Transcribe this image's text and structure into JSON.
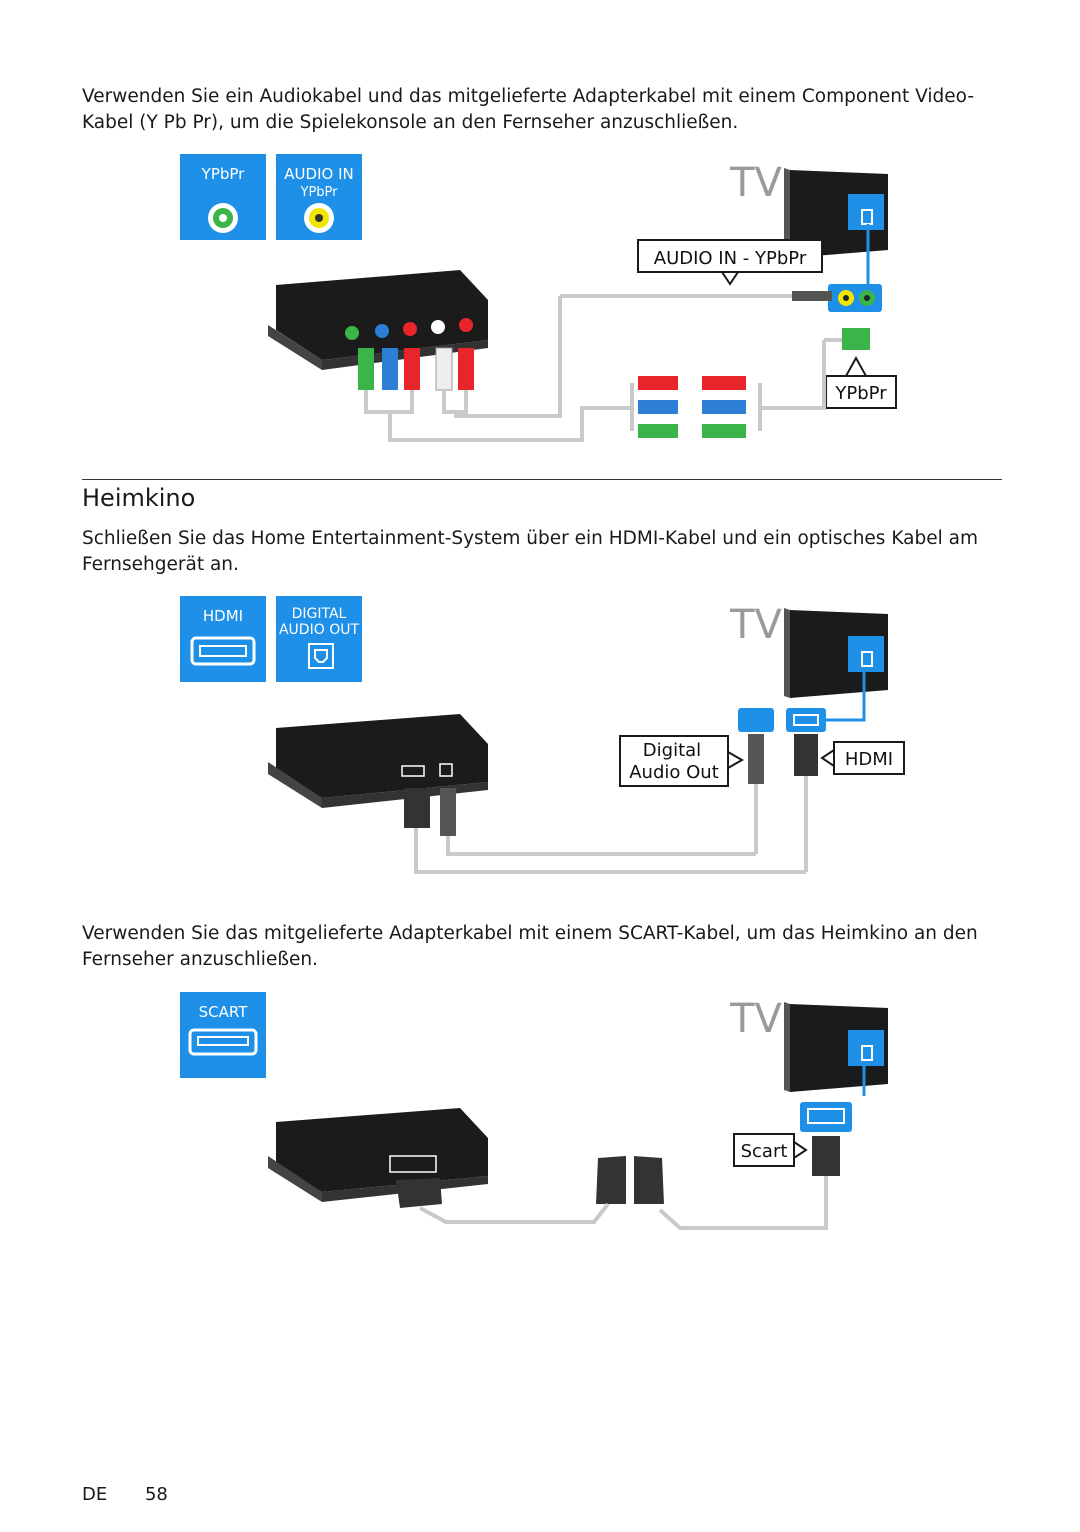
{
  "section1": {
    "paragraph": "Verwenden Sie ein Audiokabel und das mitgelieferte Adapterkabel mit einem Component Video-Kabel (Y Pb Pr), um die Spielekonsole an den Fernseher anzuschließen.",
    "tile1": "YPbPr",
    "tile2_line1": "AUDIO IN",
    "tile2_line2": "YPbPr",
    "tv": "TV",
    "label_audio_in": "AUDIO IN - YPbPr",
    "label_ypbpr": "YPbPr"
  },
  "section2": {
    "heading": "Heimkino",
    "paragraph": "Schließen Sie das Home Entertainment-System über ein HDMI-Kabel und ein optisches Kabel am Fernsehgerät an.",
    "tile1": "HDMI",
    "tile2_line1": "DIGITAL",
    "tile2_line2": "AUDIO OUT",
    "tv": "TV",
    "label_digital_line1": "Digital",
    "label_digital_line2": "Audio Out",
    "label_hdmi": "HDMI"
  },
  "section3": {
    "paragraph": "Verwenden Sie das mitgelieferte Adapterkabel mit einem SCART-Kabel, um das Heimkino an den Fernseher anzuschließen.",
    "tile1": "SCART",
    "tv": "TV",
    "label_scart": "Scart"
  },
  "footer": {
    "lang": "DE",
    "page": "58"
  },
  "colors": {
    "blue": "#1e90e8",
    "cable": "#c9c9c9",
    "device": "#1b1b1b",
    "red": "#e8252b",
    "green": "#3bb54a",
    "plugBlue": "#2d7fd6",
    "yellow": "#f2e600"
  }
}
